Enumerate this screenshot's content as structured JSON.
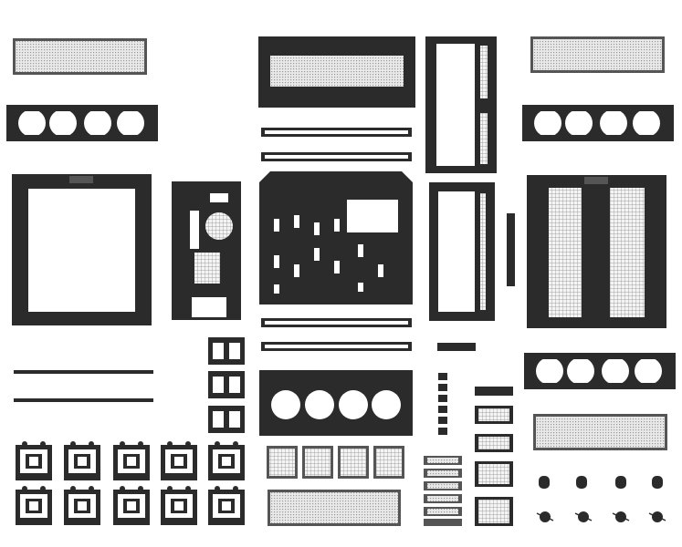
{
  "image": {
    "kind": "exploded parts sheet",
    "theme": {
      "part_color": "#2b2b2b",
      "mesh_color": "#bdbdbd",
      "background": "#ffffff"
    }
  },
  "parts": {
    "filter_panel": "mesh-filter",
    "fan_bracket": "fan-bracket-4x",
    "side_window": "window-side-panel",
    "rear_panel": "rear-io-panel",
    "top_panel": "top-mesh-panel",
    "front_frame": "front-frame",
    "rail": "support-rail",
    "motherboard_tray": "motherboard-tray",
    "side_mesh_panel": "side-mesh-panel",
    "radiator_plate": "radiator-plate-4x140",
    "fan_grill": "fan-grill",
    "drive_bay": "drive-bay",
    "hdd_cage": "hdd-cage",
    "ssd_tray": "ssd-tray",
    "screw_knob": "thumb-screw",
    "foot": "case-foot",
    "pci_slot_cover": "pci-slot-cover"
  }
}
